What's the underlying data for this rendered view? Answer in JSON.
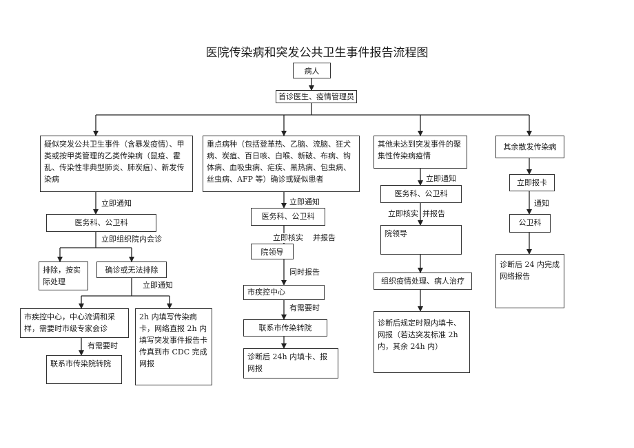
{
  "title": "医院传染病和突发公共卫生事件报告流程图",
  "nodes": {
    "patient": "病人",
    "first_doctor": "首诊医生、疫情管理员",
    "col1_event": "疑似突发公共卫生事件（含暴发疫情）、甲类或按甲类管理的乙类传染病（鼠疫、霍乱、传染性非典型肺炎、肺炭疽）、新发传染病",
    "col1_dept": "医务科、公卫科",
    "col1_exclude": "排除，按实际处理",
    "col1_confirm": "确诊或无法排除",
    "col1_cdc": "市疾控中心，中心流调和采样，需要时市级专家会诊",
    "col1_report": "2h 内填写传染病卡，网络直报 2h 内填写突发事件报告卡传真到市 CDC 完成网报",
    "col1_transfer": "联系市传染院转院",
    "col2_event": "重点病种（包括登革热、乙脑、流脑、狂犬病、炭疽、百日咳、白喉、新破、布病、钩体病、血吸虫病、疟疾、黑热病、包虫病、丝虫病、AFP 等）确诊或疑似患者",
    "col2_dept": "医务科、公卫科",
    "col2_leader": "院领导",
    "col2_cdc": "市疾控中心",
    "col2_transfer": "联系市传染转院",
    "col2_report": "诊断后 24h 内填卡、报网报",
    "col3_event": "其他未达到突发事件的聚集性传染病疫情",
    "col3_dept": "医务科、公卫科",
    "col3_leader": "院领导",
    "col3_handle": "组织疫情处理、病人治疗",
    "col3_report": "诊断后规定时限内填卡、网报（若达突发标准 2h 内，其余 24h 内）",
    "col4_event": "其余散发传染病",
    "col4_card": "立即报卡",
    "col4_dept": "公卫科",
    "col4_report": "诊断后 24 内完成网络报告"
  },
  "labels": {
    "c1_notify": "立即通知",
    "c1_consult": "立即组织院内会诊",
    "c1_notify2": "立即通知",
    "c1_needed": "有需要时",
    "c2_notify": "立即通知",
    "c2_verify": "立即核实",
    "c2_report": "并报告",
    "c2_simul": "同时报告",
    "c2_needed": "有需要时",
    "c3_notify": "立即通知",
    "c3_verify": "立即核实",
    "c3_report": "并报告",
    "c4_notify": "通知"
  }
}
